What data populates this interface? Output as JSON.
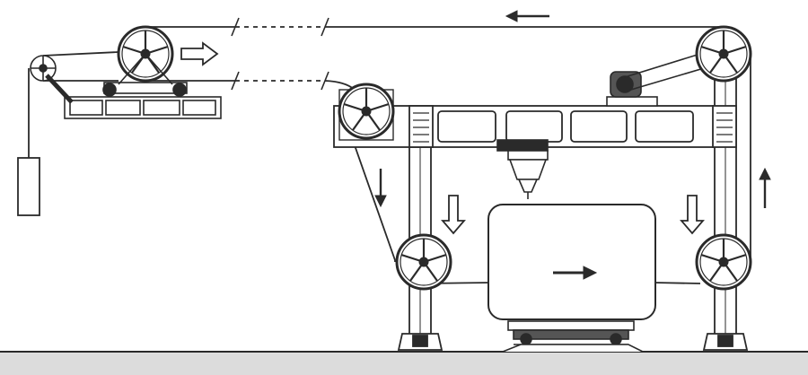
{
  "diagram": {
    "kind": "wire-saw machine schematic (line drawing, no printed text)",
    "wheels": [
      {
        "id": "tension-pulley"
      },
      {
        "id": "carriage-flywheel"
      },
      {
        "id": "gantry-left-top-flywheel"
      },
      {
        "id": "gantry-right-top-drive-flywheel"
      },
      {
        "id": "column-left-bottom-flywheel"
      },
      {
        "id": "column-right-bottom-flywheel"
      }
    ],
    "arrows": [
      {
        "id": "carriage-motion-arrow",
        "style": "hollow",
        "direction": "right"
      },
      {
        "id": "top-wire-arrow",
        "style": "solid",
        "direction": "left"
      },
      {
        "id": "left-wire-down-arrow",
        "style": "solid",
        "direction": "down"
      },
      {
        "id": "right-wire-up-arrow",
        "style": "solid",
        "direction": "up"
      },
      {
        "id": "left-column-feed-arrow",
        "style": "hollow",
        "direction": "down"
      },
      {
        "id": "right-column-feed-arrow",
        "style": "hollow",
        "direction": "down"
      },
      {
        "id": "cut-direction-arrow",
        "style": "solid",
        "direction": "right"
      }
    ],
    "colors": {
      "ink": "#2a2a2a",
      "paper": "#ffffff",
      "ground": "#d9d9d9"
    }
  }
}
